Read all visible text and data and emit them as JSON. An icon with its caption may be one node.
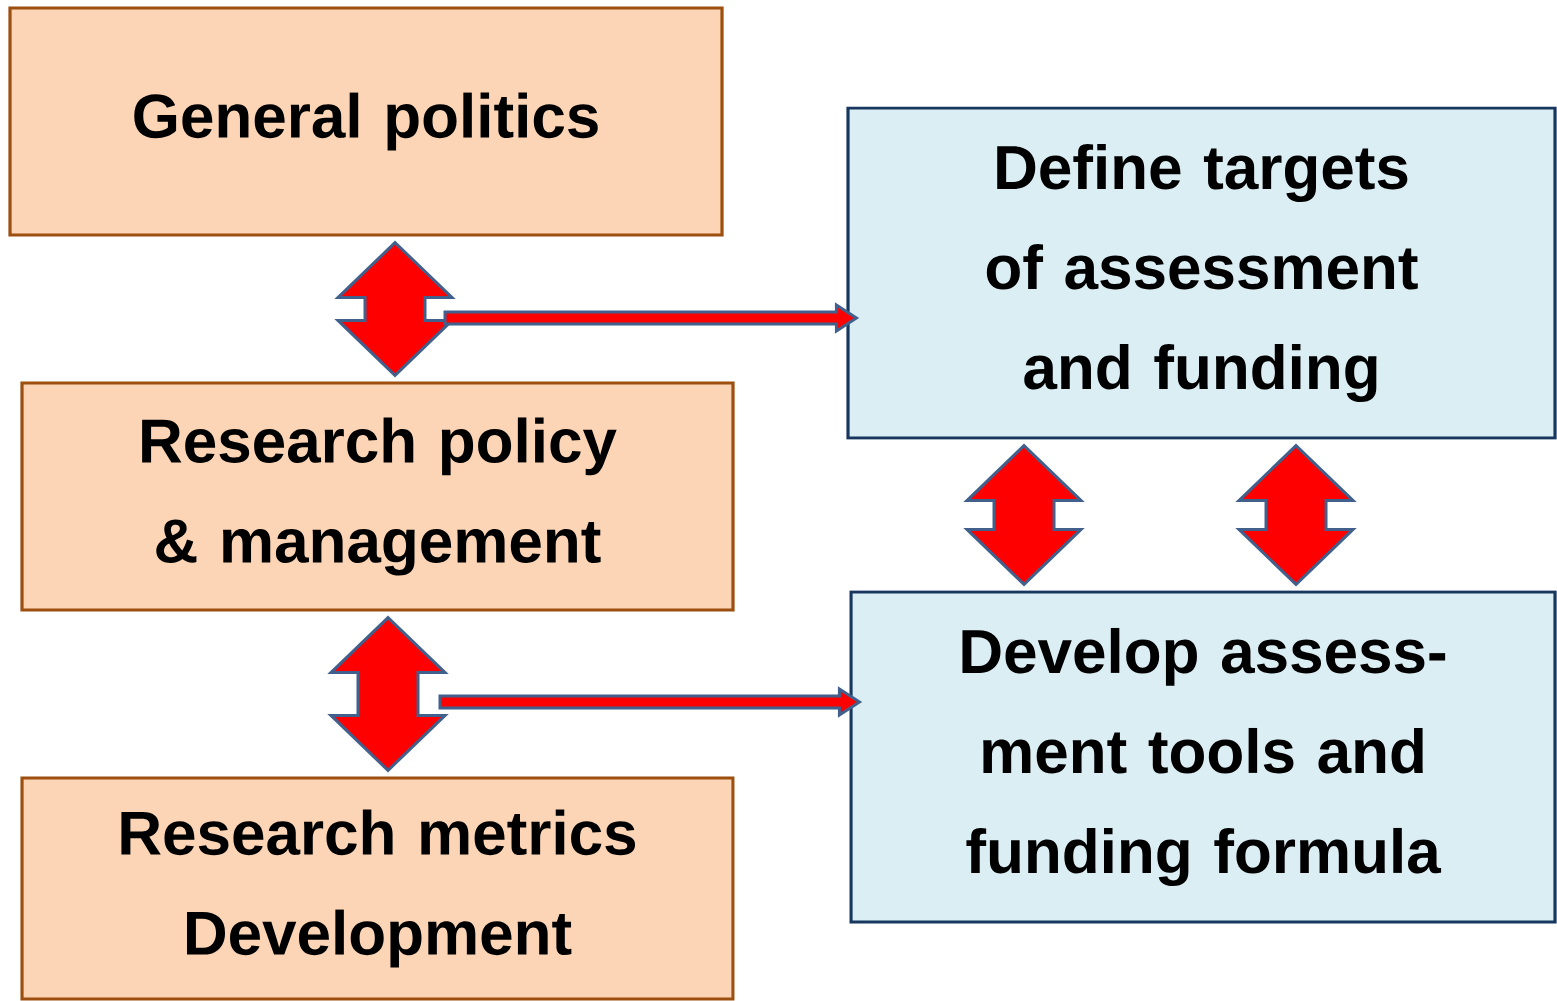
{
  "diagram": {
    "nodes": [
      {
        "text": [
          "General politics"
        ]
      },
      {
        "text": [
          "Define targets of assessment and funding"
        ]
      },
      {
        "text": [
          "Research policy & management"
        ]
      },
      {
        "text": [
          "Develop assess- ment tools and funding formula"
        ]
      },
      {
        "text": [
          "Research metrics Development"
        ]
      }
    ],
    "edges": [
      {
        "from": 0,
        "to": 2,
        "arrow": "both"
      },
      {
        "from": null,
        "to": 1,
        "arrow": "to"
      },
      {
        "from": 1,
        "to": 3,
        "arrow": "both"
      },
      {
        "from": 1,
        "to": 3,
        "arrow": "both"
      },
      {
        "from": 2,
        "to": 4,
        "arrow": "both"
      },
      {
        "from": null,
        "to": 3,
        "arrow": "to"
      }
    ]
  }
}
